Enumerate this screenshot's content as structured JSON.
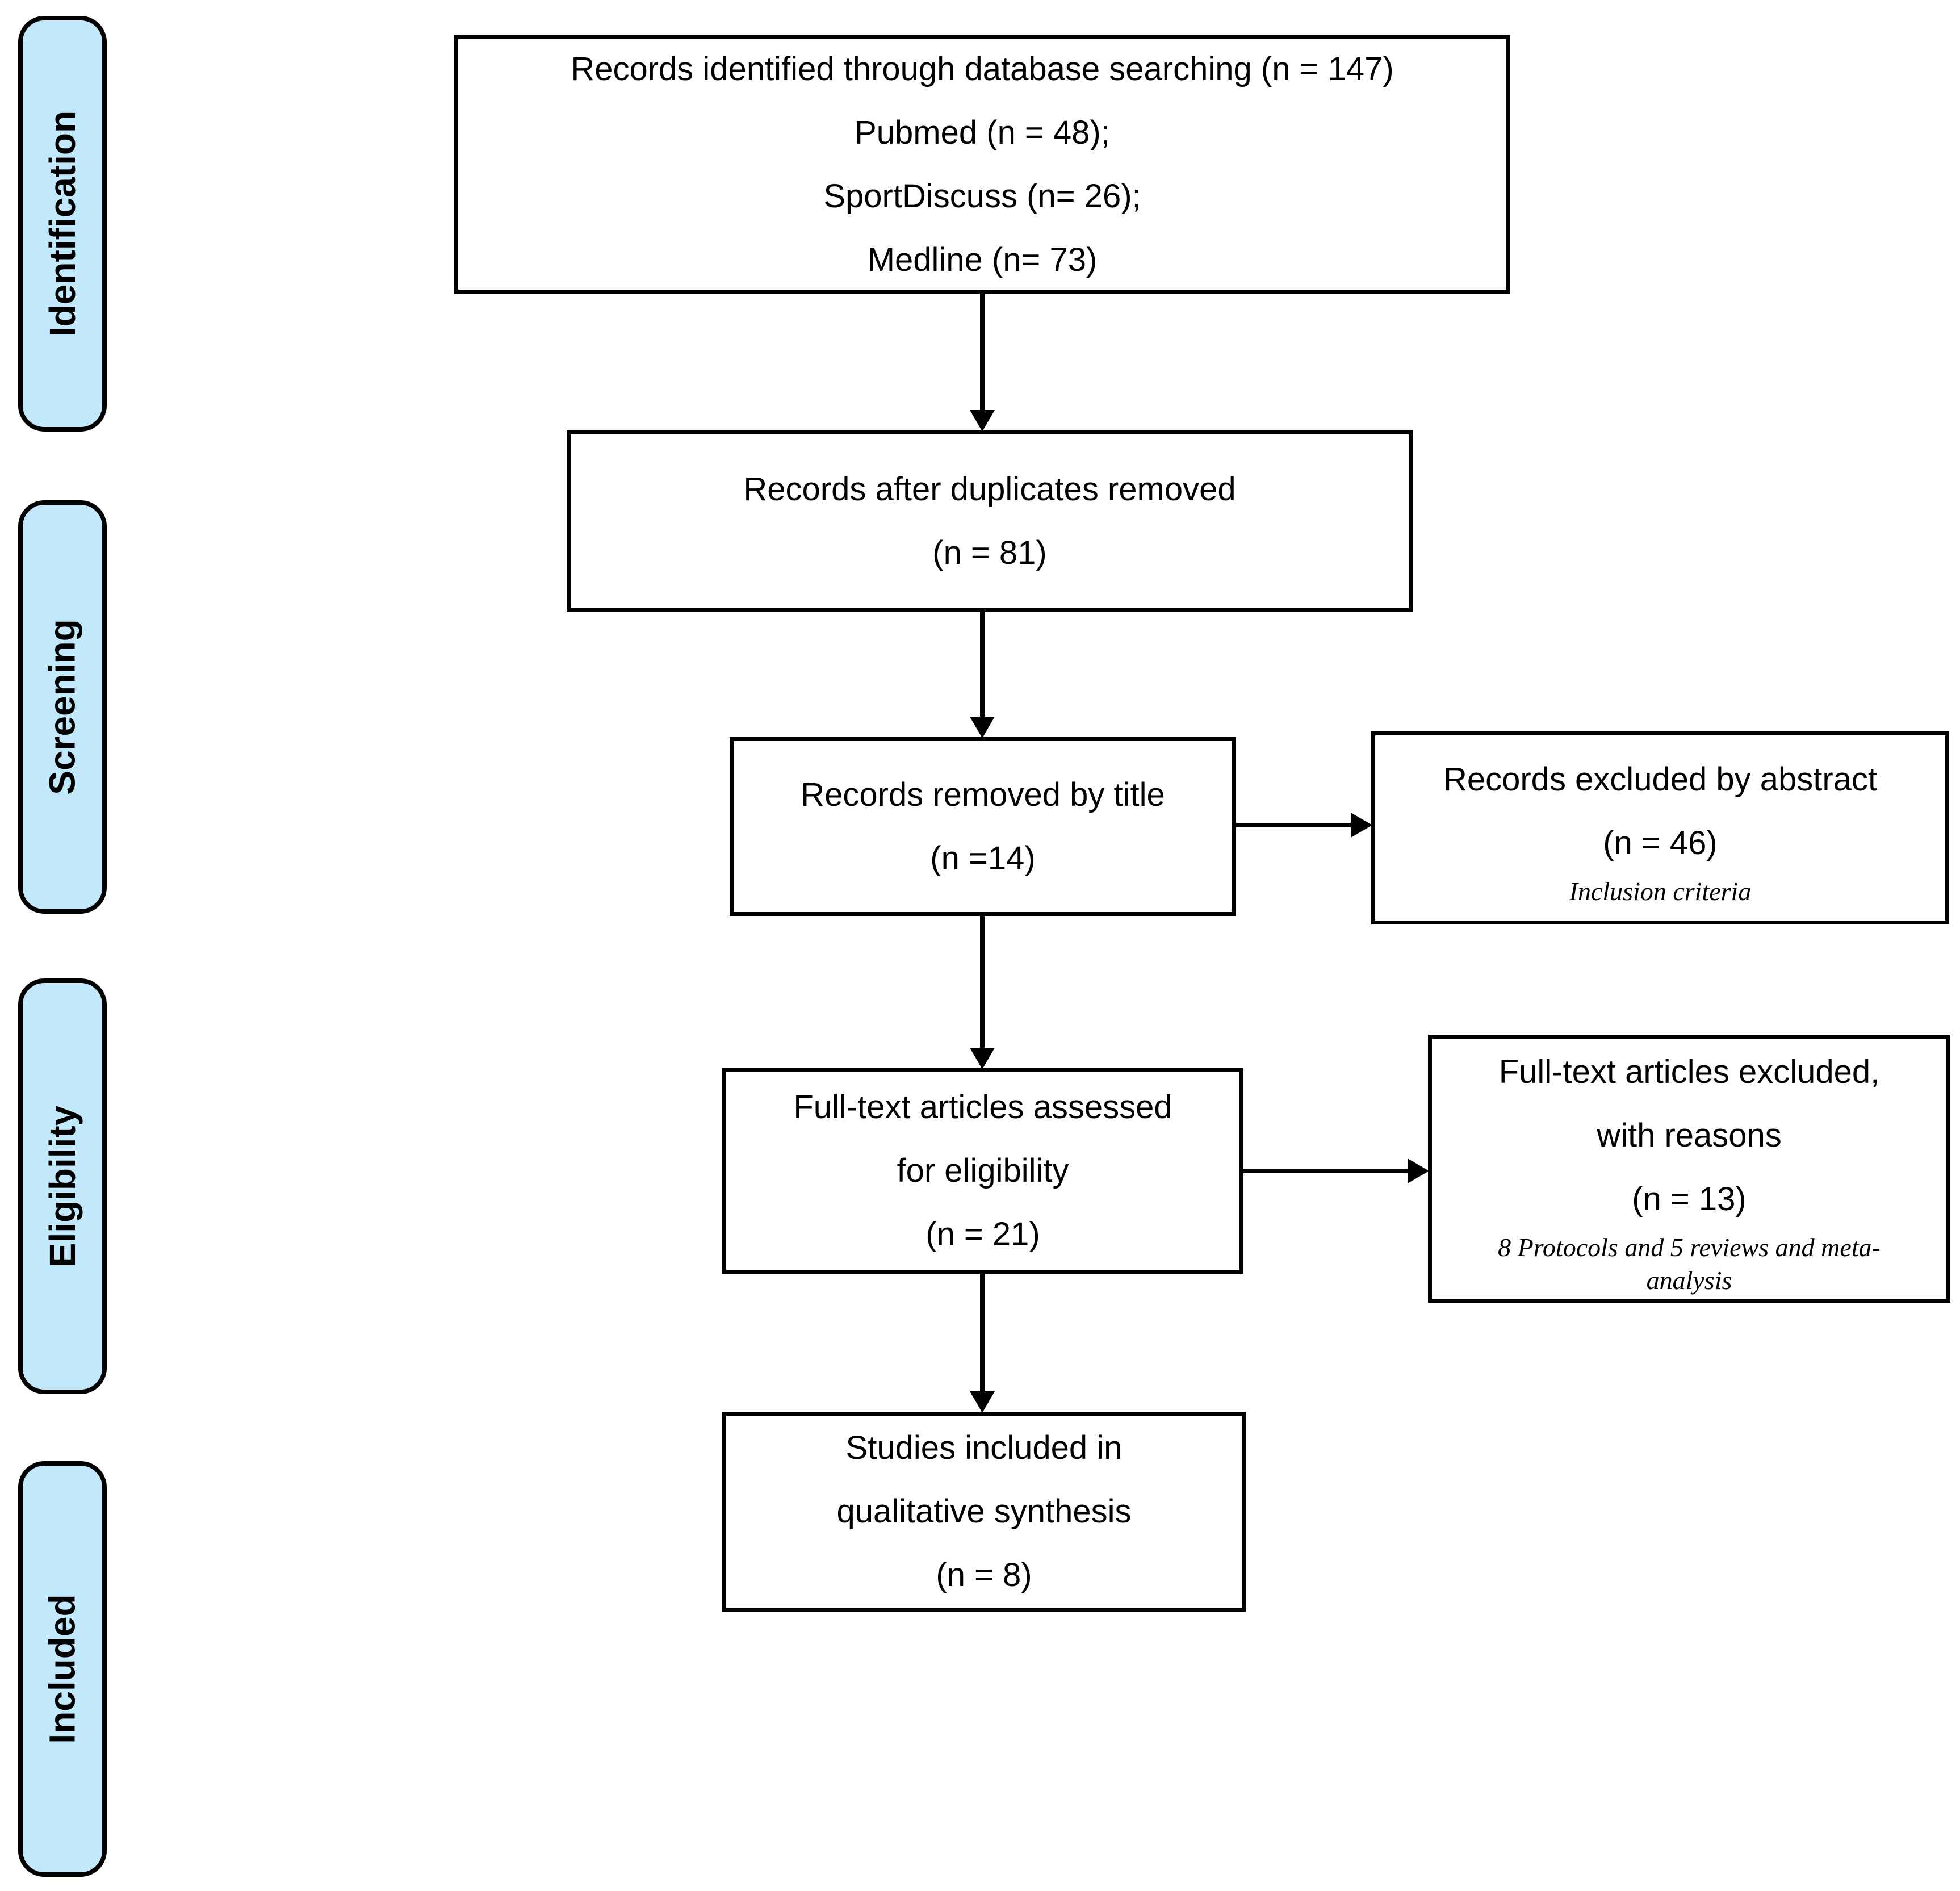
{
  "colors": {
    "stage_fill": "#C2E8FB",
    "box_fill": "#FFFFFF",
    "line": "#000000"
  },
  "stages": [
    {
      "label": "Identification"
    },
    {
      "label": "Screening"
    },
    {
      "label": "Eligibility"
    },
    {
      "label": "Included"
    }
  ],
  "boxes": {
    "identified": {
      "line1": "Records identified through database searching (n = 147)",
      "line2": "Pubmed (n = 48);",
      "line3": "SportDiscuss (n= 26);",
      "line4": "Medline (n= 73)"
    },
    "duplicates": {
      "line1": "Records after duplicates removed",
      "line2": "(n = 81)"
    },
    "title_removed": {
      "line1": "Records removed by title",
      "line2": "(n =14)"
    },
    "abstract_excluded": {
      "line1": "Records excluded by abstract",
      "line2": "(n = 46)",
      "note": "Inclusion criteria"
    },
    "fulltext": {
      "line1": "Full-text articles assessed",
      "line2": "for eligibility",
      "line3": "(n = 21)"
    },
    "fulltext_excluded": {
      "line1": "Full-text articles excluded,",
      "line2": "with reasons",
      "line3": "(n = 13)",
      "note": "8 Protocols and 5 reviews and meta-analysis"
    },
    "included": {
      "line1": "Studies included in",
      "line2": "qualitative synthesis",
      "line3": "(n = 8)"
    }
  }
}
